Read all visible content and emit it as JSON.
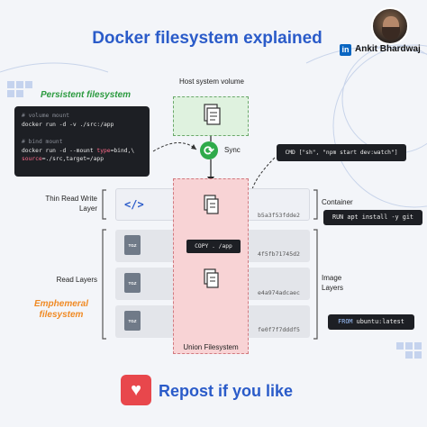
{
  "header": {
    "title": "Docker filesystem explained",
    "author": "Ankit Bhardwaj",
    "linkedin_badge": "in"
  },
  "persistent": {
    "label": "Persistent filesystem",
    "volume_comment": "# volume mount",
    "volume_cmd": "docker run -d -v ./src:/app",
    "bind_comment": "# bind mount",
    "bind_cmd_prefix": "docker run -d --mount ",
    "bind_type_kw": "type",
    "bind_type_val": "=bind,\\",
    "bind_source_kw": "source",
    "bind_source_val": "=./src,target=/app"
  },
  "host": {
    "label": "Host system volume",
    "sync_label": "Sync"
  },
  "layers": {
    "rw_label": "Thin Read Write Layer",
    "read_label": "Read Layers",
    "ephemeral_label": "Emphemeral filesystem",
    "union_label": "Union Filesystem",
    "hashes": [
      "b5a3f53fdde2",
      "4f5fb71745d2",
      "e4a974adcaec",
      "fe0f7f7dddf5"
    ],
    "tgz_label": "TGZ"
  },
  "right": {
    "cmd": "CMD [\"sh\", \"npm start dev:watch\"]",
    "container_label": "Container",
    "run": "RUN apt install -y git",
    "image_label": "Image Layers",
    "from_kw": "FROM",
    "from_val": " ubuntu:latest"
  },
  "copy": "COPY . /app",
  "footer": {
    "text": "Repost if you like"
  },
  "colors": {
    "title": "#2a5bc9",
    "persistent": "#2a9a3e",
    "ephemeral": "#f08a24",
    "host_box": "#dff2df",
    "union_box": "#f8d3d5",
    "code_bg": "#1d1f24",
    "repost": "#e8474c"
  },
  "icons": [
    "linkedin-icon",
    "sync-icon",
    "file-stack-icon",
    "code-brackets-icon",
    "tgz-archive-icon",
    "repost-icon"
  ]
}
